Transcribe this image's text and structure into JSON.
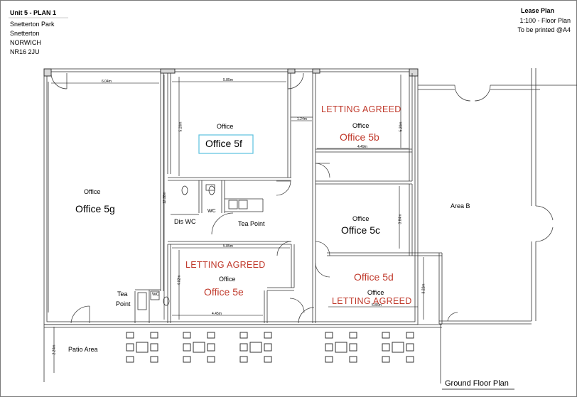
{
  "header": {
    "plan_title": "Unit 5 - PLAN 1",
    "address": [
      "Snetterton Park",
      "Snetterton",
      "NORWICH",
      "NR16 2JU"
    ],
    "lease_title": "Lease Plan",
    "scale": "1:100 - Floor Plan",
    "print_note": "To be printed @A4"
  },
  "rooms": {
    "office_5g": {
      "type": "Office",
      "name": "Office 5g"
    },
    "office_5f": {
      "type": "Office",
      "name": "Office 5f"
    },
    "office_5b": {
      "status": "LETTING AGREED",
      "type": "Office",
      "name": "Office 5b"
    },
    "office_5c": {
      "type": "Office",
      "name": "Office 5c"
    },
    "office_5d": {
      "name": "Office 5d",
      "type": "Office",
      "status": "LETTING AGREED"
    },
    "office_5e": {
      "status": "LETTING AGREED",
      "type": "Office",
      "name": "Office 5e"
    },
    "area_b": "Area B",
    "dis_wc": "Dis WC",
    "wc1": "WC",
    "wc2": "WC",
    "tea_point_1": "Tea Point",
    "tea_point_2_a": "Tea",
    "tea_point_2_b": "Point",
    "patio": "Patio Area"
  },
  "dimensions": {
    "d1": "6.04m",
    "d2": "5.85m",
    "d3": "1.24m",
    "d4": "5.20m",
    "d5": "12.38m",
    "d6": "5.20m",
    "d7": "4.49m",
    "d8": "3.84m",
    "d9": "5.85m",
    "d10": "4.02m",
    "d11": "4.45m",
    "d12": "3.22m",
    "d13": "5.85m",
    "d14": "2.24m"
  },
  "footer": {
    "caption": "Ground Floor Plan"
  },
  "colors": {
    "accent_red": "#c0392b",
    "selection_box": "#5bc0de",
    "wall": "#333333"
  }
}
